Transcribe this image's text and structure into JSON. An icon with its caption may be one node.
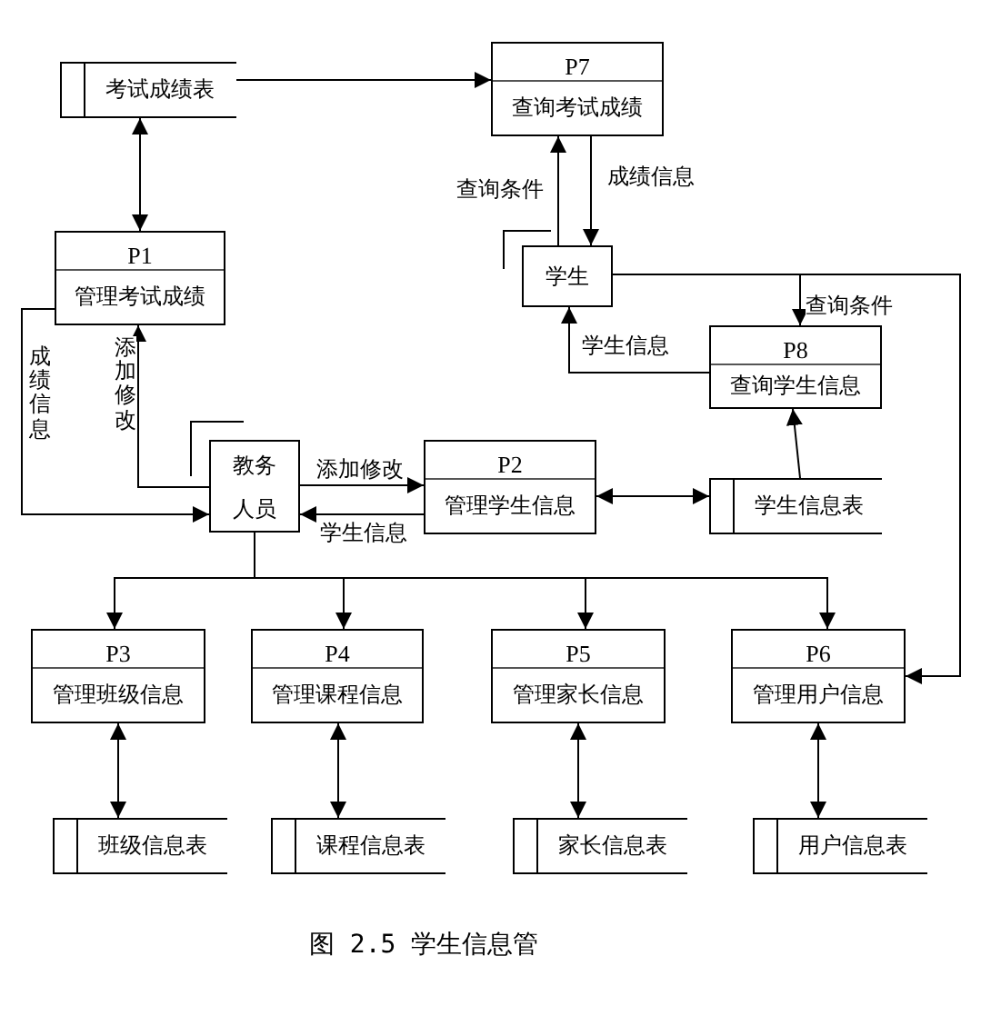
{
  "diagram": {
    "caption": "图 2.5 学生信息管",
    "nodes": [
      {
        "text": [
          "考试成绩表"
        ]
      },
      {
        "text": [
          "P7",
          "查询考试成绩"
        ]
      },
      {
        "text": [
          "P1",
          "管理考试成绩"
        ]
      },
      {
        "text": [
          "学生"
        ]
      },
      {
        "text": [
          "P8",
          "查询学生信息"
        ]
      },
      {
        "text": [
          "教务人员"
        ]
      },
      {
        "text": [
          "P2",
          "管理学生信息"
        ]
      },
      {
        "text": [
          "学生信息表"
        ]
      },
      {
        "text": [
          "P3",
          "管理班级信息"
        ]
      },
      {
        "text": [
          "P4",
          "管理课程信息"
        ]
      },
      {
        "text": [
          "P5",
          "管理家长信息"
        ]
      },
      {
        "text": [
          "P6",
          "管理用户信息"
        ]
      },
      {
        "text": [
          "班级信息表"
        ]
      },
      {
        "text": [
          "课程信息表"
        ]
      },
      {
        "text": [
          "家长信息表"
        ]
      },
      {
        "text": [
          "用户信息表"
        ]
      }
    ],
    "edges": [
      {
        "from": 0,
        "to": 1,
        "arrow": "to"
      },
      {
        "from": 0,
        "to": 2,
        "arrow": "both"
      },
      {
        "from": 3,
        "to": 1,
        "arrow": "to",
        "label": "查询条件"
      },
      {
        "from": 1,
        "to": 3,
        "arrow": "to",
        "label": "成绩信息"
      },
      {
        "from": 3,
        "to": 4,
        "arrow": "to",
        "label": "查询条件"
      },
      {
        "from": 4,
        "to": 3,
        "arrow": "to",
        "label": "学生信息"
      },
      {
        "from": 3,
        "to": 11,
        "arrow": "to"
      },
      {
        "from": 2,
        "to": 5,
        "arrow": "to",
        "label": "成绩信息"
      },
      {
        "from": 5,
        "to": 2,
        "arrow": "to",
        "label": "添加修改"
      },
      {
        "from": 5,
        "to": 6,
        "arrow": "to",
        "label": "添加修改"
      },
      {
        "from": 6,
        "to": 5,
        "arrow": "to",
        "label": "学生信息"
      },
      {
        "from": 6,
        "to": 7,
        "arrow": "both"
      },
      {
        "from": 7,
        "to": 4,
        "arrow": "to"
      },
      {
        "from": 5,
        "to": 8,
        "arrow": "to"
      },
      {
        "from": 5,
        "to": 9,
        "arrow": "to"
      },
      {
        "from": 5,
        "to": 10,
        "arrow": "to"
      },
      {
        "from": 5,
        "to": 11,
        "arrow": "to"
      },
      {
        "from": 8,
        "to": 12,
        "arrow": "both"
      },
      {
        "from": 9,
        "to": 13,
        "arrow": "both"
      },
      {
        "from": 10,
        "to": 14,
        "arrow": "both"
      },
      {
        "from": 11,
        "to": 15,
        "arrow": "both"
      }
    ]
  }
}
